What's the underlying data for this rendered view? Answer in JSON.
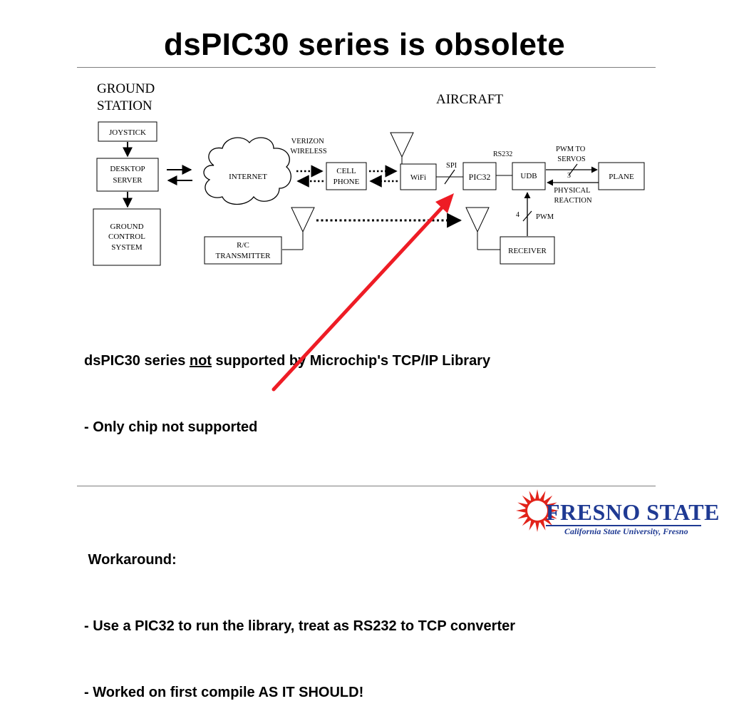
{
  "slide": {
    "title": "dsPIC30 series is obsolete"
  },
  "diagram": {
    "section_ground_station": [
      "GROUND",
      "STATION"
    ],
    "section_aircraft": "AIRCRAFT",
    "boxes": {
      "joystick": [
        "JOYSTICK"
      ],
      "desktop_server": [
        "DESKTOP",
        "SERVER"
      ],
      "ground_control_system": [
        "GROUND",
        "CONTROL",
        "SYSTEM"
      ],
      "internet": [
        "INTERNET"
      ],
      "cell_phone": [
        "CELL",
        "PHONE"
      ],
      "wifi": [
        "WiFi"
      ],
      "pic32": [
        "PIC32"
      ],
      "udb": [
        "UDB"
      ],
      "plane": [
        "PLANE"
      ],
      "rc_transmitter": [
        "R/C",
        "TRANSMITTER"
      ],
      "receiver": [
        "RECEIVER"
      ]
    },
    "labels": {
      "verizon_wireless": [
        "VERIZON",
        "WIRELESS"
      ],
      "spi": "SPI",
      "rs232": "RS232",
      "pwm_to_servos": [
        "PWM TO",
        "SERVOS"
      ],
      "servo_count": "3",
      "physical_reaction": [
        "PHYSICAL",
        "REACTION"
      ],
      "receiver_count": "4",
      "pwm": "PWM"
    }
  },
  "body": {
    "line1_before": "dsPIC30 series ",
    "line1_underlined": "not",
    "line1_after": " supported by Microchip's TCP/IP Library",
    "line2": "- Only chip not supported",
    "line3": " Workaround:",
    "line4": "- Use a PIC32 to run the library, treat as RS232 to TCP converter",
    "line5": "- Worked on first compile AS IT SHOULD!"
  },
  "logo": {
    "name": "FRESNO STATE",
    "tagline": "California State University, Fresno"
  },
  "colors": {
    "arrow": "#ee1c25",
    "logo_blue": "#1f3a93",
    "logo_red": "#e2231a",
    "rule": "#7f7f7f"
  }
}
